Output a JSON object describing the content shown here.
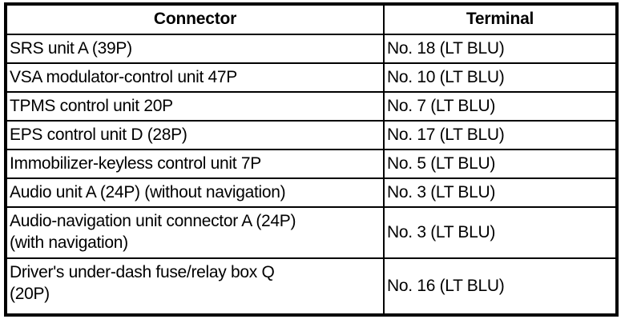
{
  "table": {
    "headers": [
      {
        "label": "Connector",
        "name": "column-header-connector"
      },
      {
        "label": "Terminal",
        "name": "column-header-terminal"
      }
    ],
    "rows": [
      {
        "connector": "SRS unit A (39P)",
        "terminal": "No. 18 (LT BLU)"
      },
      {
        "connector": "VSA modulator-control unit 47P",
        "terminal": "No. 10 (LT BLU)"
      },
      {
        "connector": "TPMS control unit 20P",
        "terminal": "No. 7 (LT BLU)"
      },
      {
        "connector": "EPS control unit D (28P)",
        "terminal": "No. 17 (LT BLU)"
      },
      {
        "connector": "Immobilizer-keyless control unit 7P",
        "terminal": "No. 5 (LT BLU)"
      },
      {
        "connector": "Audio unit A (24P) (without navigation)",
        "terminal": "No. 3 (LT BLU)"
      },
      {
        "connector": "Audio-navigation unit connector A (24P)\n(with navigation)",
        "terminal": "No. 3 (LT BLU)"
      },
      {
        "connector": "Driver's under-dash fuse/relay box Q\n(20P)",
        "terminal": "No. 16 (LT BLU)"
      }
    ]
  },
  "colors": {
    "border": "#000000",
    "text": "#000000",
    "background": "#ffffff"
  }
}
